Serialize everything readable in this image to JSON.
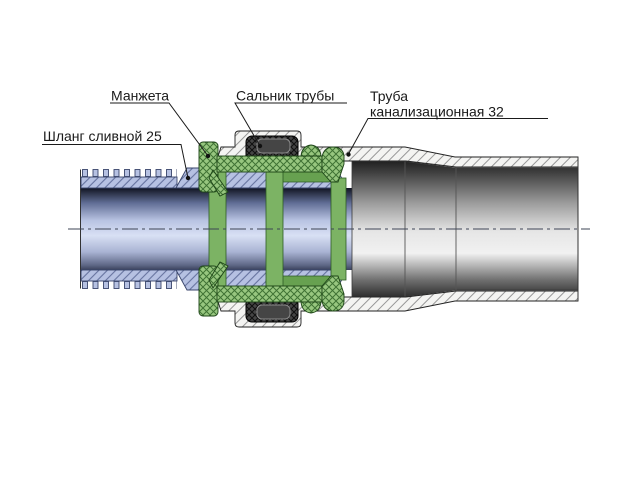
{
  "diagram": {
    "labels": {
      "hose": "Шланг сливной 25",
      "cuff": "Манжета",
      "gland": "Сальник трубы",
      "pipe_line1": "Труба",
      "pipe_line2": "канализационная 32"
    },
    "colors": {
      "background": "#ffffff",
      "cuff_green": "#97c67f",
      "cuff_hatch_green": "#3f7234",
      "rib_green": "#7cb364",
      "sleeve_green": "#67a150",
      "hose_blue": "#b6c1e2",
      "hose_hatch_blue": "#66739f",
      "socket_white": "#f4f4f2",
      "seal_dark": "#454545",
      "pipe_gray_light": "#f1f1f1",
      "pipe_gray_dark": "#2f2f2f",
      "line_black": "#1a1a1a"
    }
  }
}
